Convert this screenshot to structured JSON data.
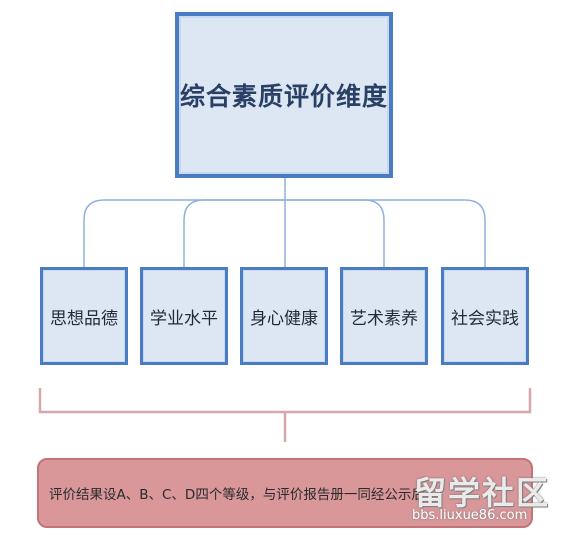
{
  "root": {
    "label": "综合素质评价维度"
  },
  "children": [
    {
      "label": "思想品德"
    },
    {
      "label": "学业水平"
    },
    {
      "label": "身心健康"
    },
    {
      "label": "艺术素养"
    },
    {
      "label": "社会实践"
    }
  ],
  "note": {
    "text": "评价结果设A、B、C、D四个等级，与评价报告册一同经公示后"
  },
  "watermark": {
    "title": "留学社区",
    "url": "bbs.liuxue86.com"
  },
  "colors": {
    "box_fill": "#dde7f3",
    "box_border": "#4a7cc4",
    "connector": "#8fb0dd",
    "brace": "#d7a8ab",
    "note_fill": "#d9979a"
  }
}
